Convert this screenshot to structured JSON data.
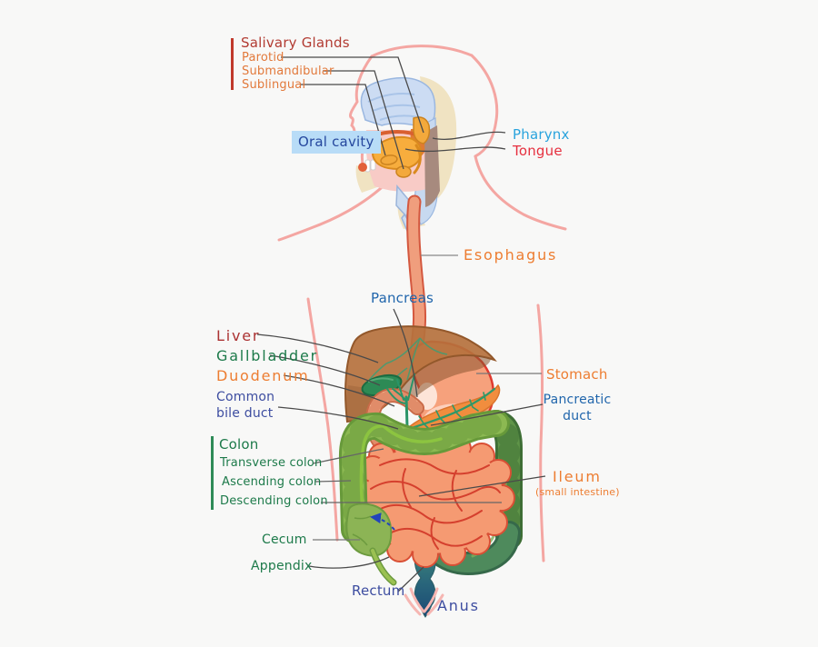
{
  "diagram": {
    "subject": "human-digestive-system",
    "labels": {
      "salivary_glands": "Salivary Glands",
      "parotid": "Parotid",
      "submandibular": "Submandibular",
      "sublingual": "Sublingual",
      "oral_cavity": "Oral cavity",
      "pharynx": "Pharynx",
      "tongue": "Tongue",
      "esophagus": "Esophagus",
      "pancreas": "Pancreas",
      "liver": "Liver",
      "gallbladder": "Gallbladder",
      "duodenum": "Duodenum",
      "common_bile_duct": "Common\nbile duct",
      "colon": "Colon",
      "transverse_colon": "Transverse colon",
      "ascending_colon": "Ascending colon",
      "descending_colon": "Descending colon",
      "stomach": "Stomach",
      "pancreatic_duct": "Pancreatic\nduct",
      "ileum": "Ileum",
      "ileum_note": "(small intestine)",
      "cecum": "Cecum",
      "appendix": "Appendix",
      "rectum": "Rectum",
      "anus": "Anus"
    },
    "label_colors": {
      "red_heading": "#b23b32",
      "orange": "#ed7d31",
      "orange_sub": "#e2793b",
      "green": "#1d7a4a",
      "blue": "#2166ac",
      "cyan": "#29a3dd",
      "crimson": "#e6303f",
      "indigo": "#3d4da0",
      "oral_cavity_text": "#25479e",
      "oral_cavity_bg": "#b8dcf7",
      "red_bar": "#c0392b",
      "green_bar": "#2e8b57"
    },
    "organ_colors": {
      "body_outline": "#f4a6a2",
      "skull": "#ccdcf3",
      "liver": "#b5713d",
      "gallbladder": "#2d8a55",
      "stomach": "#f6a17c",
      "stomach_outline": "#e0392e",
      "pancreas": "#f18d3e",
      "duct_tree": "#2a9468",
      "small_intestine": "#f59a72",
      "intestine_lines": "#d5402e",
      "colon_light": "#8cb952",
      "colon_dark": "#5f9448",
      "cecum": "#8cb455",
      "rectum_top": "#3f8a78",
      "rectum_bottom": "#1a4a74",
      "tongue": "#f7ad3d",
      "flow_arrow": "#2244bb"
    }
  }
}
